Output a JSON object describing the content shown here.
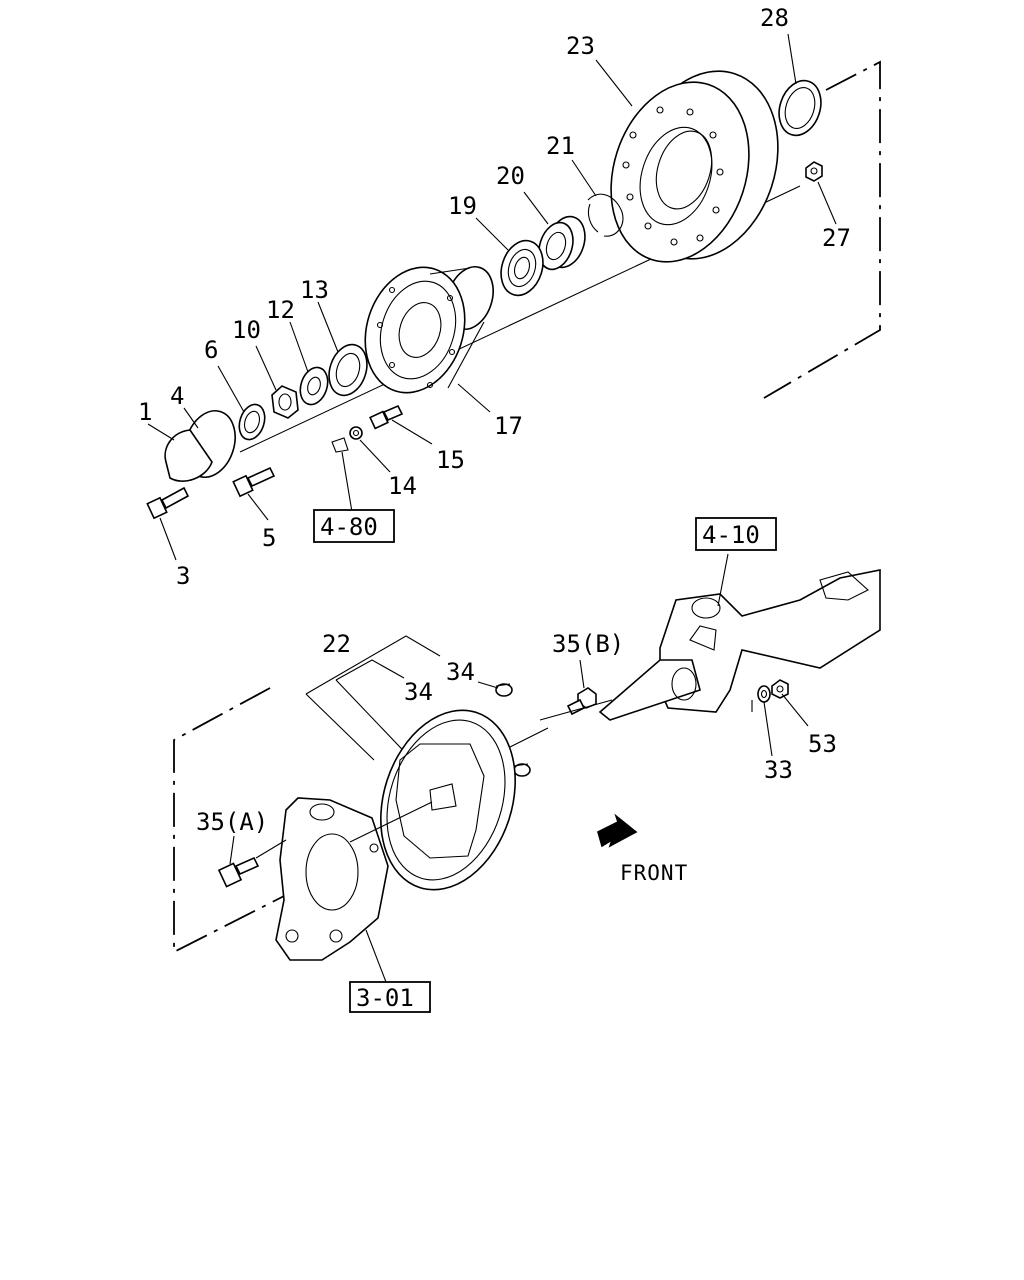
{
  "diagram": {
    "part_labels": [
      "1",
      "3",
      "4",
      "5",
      "6",
      "10",
      "12",
      "13",
      "14",
      "15",
      "17",
      "19",
      "20",
      "21",
      "22",
      "23",
      "27",
      "28",
      "33",
      "34",
      "34",
      "35(A)",
      "35(B)",
      "53"
    ],
    "reference_boxes": [
      "4-80",
      "4-10",
      "3-01"
    ],
    "direction_label": "FRONT"
  }
}
